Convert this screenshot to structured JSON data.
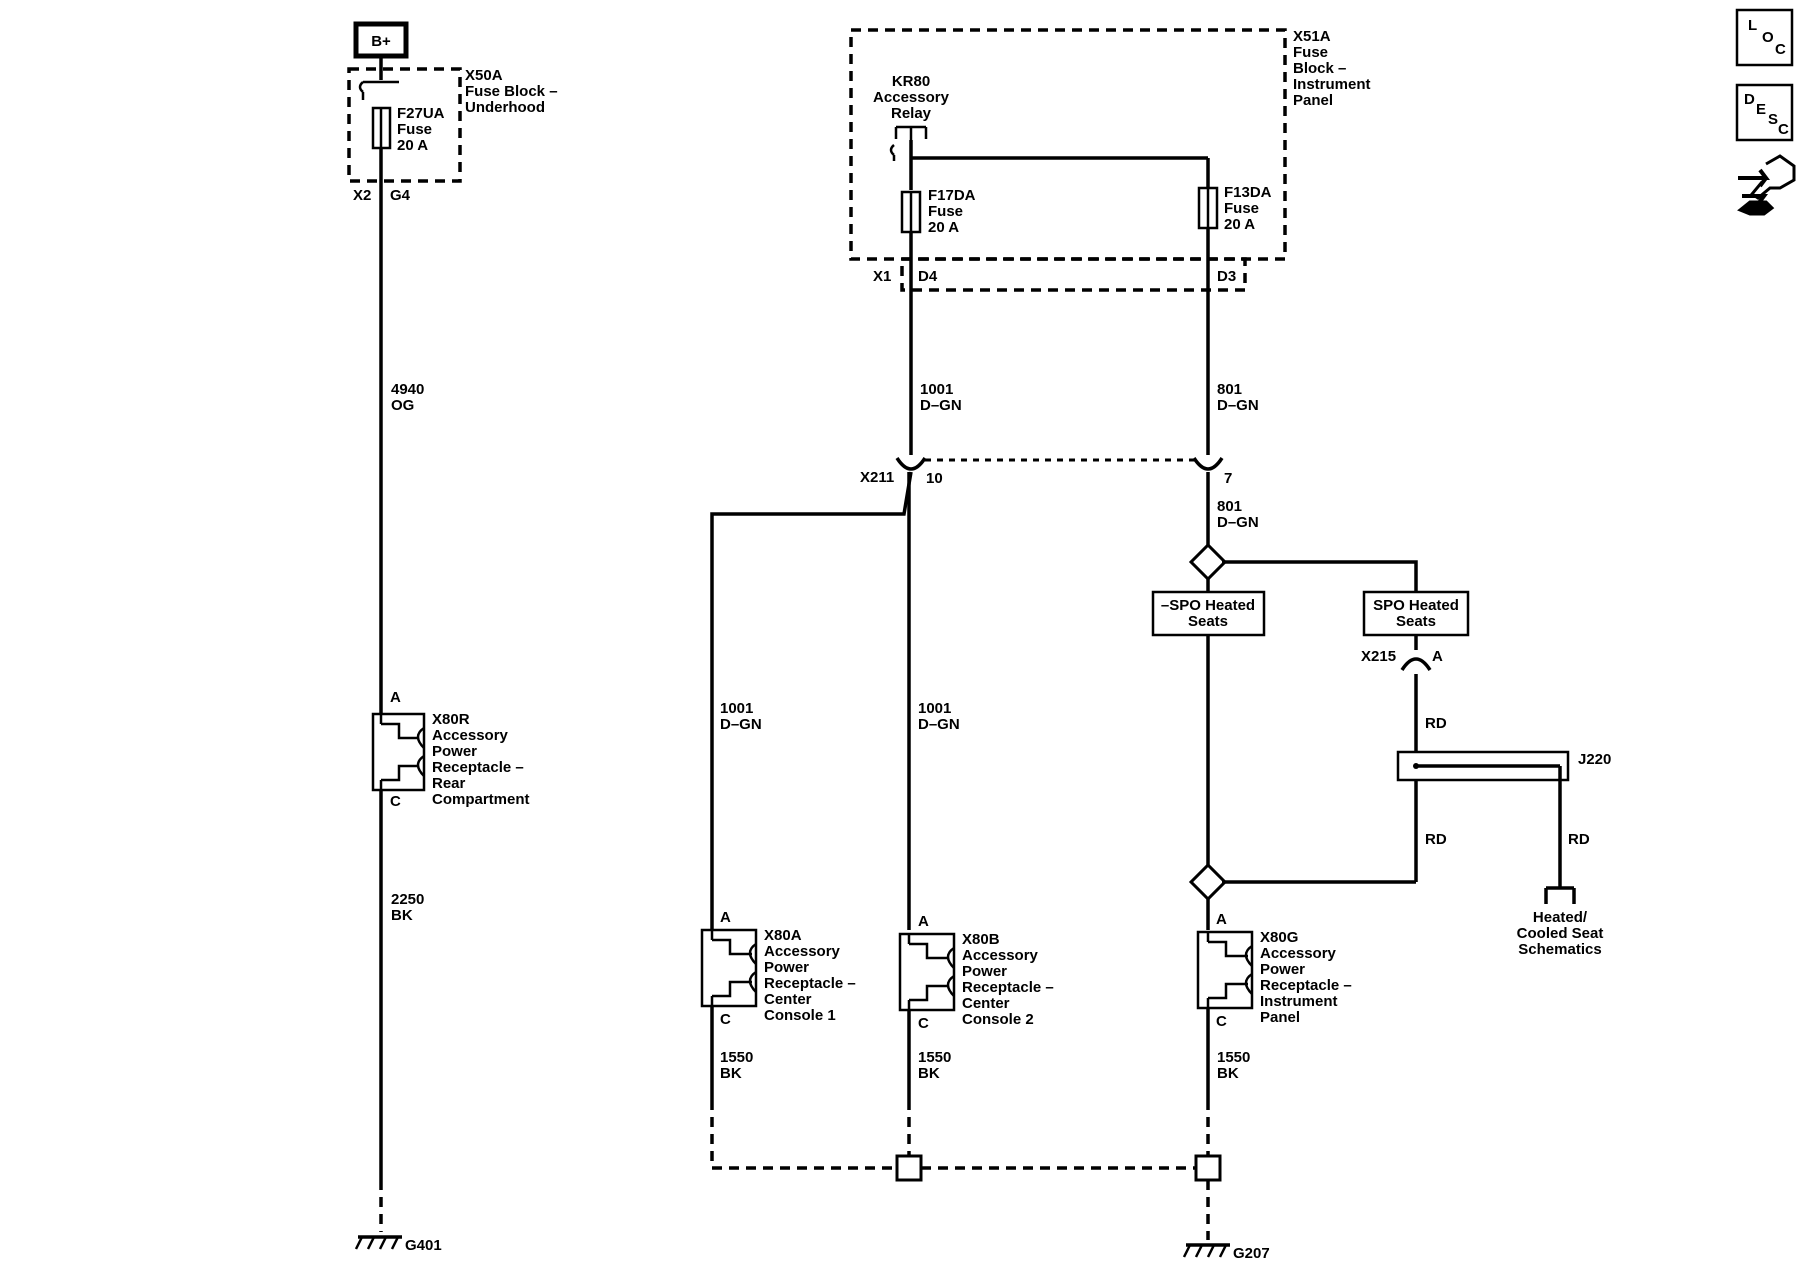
{
  "battery": {
    "label": "B+"
  },
  "fuse_block_underhood": {
    "id": "X50A",
    "name": [
      "Fuse Block –",
      "Underhood"
    ],
    "fuse": [
      "F27UA",
      "Fuse",
      "20 A"
    ],
    "conn": "X2",
    "pin": "G4"
  },
  "fuse_block_ip": {
    "id": "X51A",
    "name": [
      "Fuse",
      "Block –",
      "Instrument",
      "Panel"
    ],
    "relay": [
      "KR80",
      "Accessory",
      "Relay"
    ],
    "fuse_left": [
      "F17DA",
      "Fuse",
      "20 A"
    ],
    "fuse_right": [
      "F13DA",
      "Fuse",
      "20 A"
    ],
    "conn": "X1",
    "pin_left": "D4",
    "pin_right": "D3"
  },
  "wires": {
    "w4940": [
      "4940",
      "OG"
    ],
    "w1001_top": [
      "1001",
      "D–GN"
    ],
    "w801_top": [
      "801",
      "D–GN"
    ],
    "w801_mid": [
      "801",
      "D–GN"
    ],
    "w1001_left": [
      "1001",
      "D–GN"
    ],
    "w1001_center": [
      "1001",
      "D–GN"
    ],
    "w2250": [
      "2250",
      "BK"
    ],
    "w1550_a": [
      "1550",
      "BK"
    ],
    "w1550_b": [
      "1550",
      "BK"
    ],
    "w1550_g": [
      "1550",
      "BK"
    ],
    "rd_1": "RD",
    "rd_2": "RD",
    "rd_3": "RD"
  },
  "connectors": {
    "x211": {
      "id": "X211",
      "pin_left": "10",
      "pin_right": "7"
    },
    "x215": {
      "id": "X215",
      "pin": "A"
    }
  },
  "options": {
    "no_spo": "–SPO Heated Seats",
    "spo": "SPO Heated Seats",
    "no_spo_lines": [
      "–SPO Heated",
      "Seats"
    ],
    "spo_lines": [
      "SPO Heated",
      "Seats"
    ]
  },
  "splice": {
    "id": "J220"
  },
  "receptacles": {
    "x80r": {
      "id": "X80R",
      "desc": [
        "Accessory",
        "Power",
        "Receptacle –",
        "Rear",
        "Compartment"
      ],
      "pin_a": "A",
      "pin_c": "C"
    },
    "x80a": {
      "id": "X80A",
      "desc": [
        "Accessory",
        "Power",
        "Receptacle –",
        "Center",
        "Console 1"
      ],
      "pin_a": "A",
      "pin_c": "C"
    },
    "x80b": {
      "id": "X80B",
      "desc": [
        "Accessory",
        "Power",
        "Receptacle –",
        "Center",
        "Console 2"
      ],
      "pin_a": "A",
      "pin_c": "C"
    },
    "x80g": {
      "id": "X80G",
      "desc": [
        "Accessory",
        "Power",
        "Receptacle –",
        "Instrument",
        "Panel"
      ],
      "pin_a": "A",
      "pin_c": "C"
    }
  },
  "grounds": {
    "g401": "G401",
    "g207": "G207"
  },
  "reference": [
    "Heated/",
    "Cooled Seat",
    "Schematics"
  ],
  "nav": {
    "loc": [
      "L",
      "O",
      "C"
    ],
    "desc": [
      "D",
      "E",
      "S",
      "C"
    ]
  }
}
